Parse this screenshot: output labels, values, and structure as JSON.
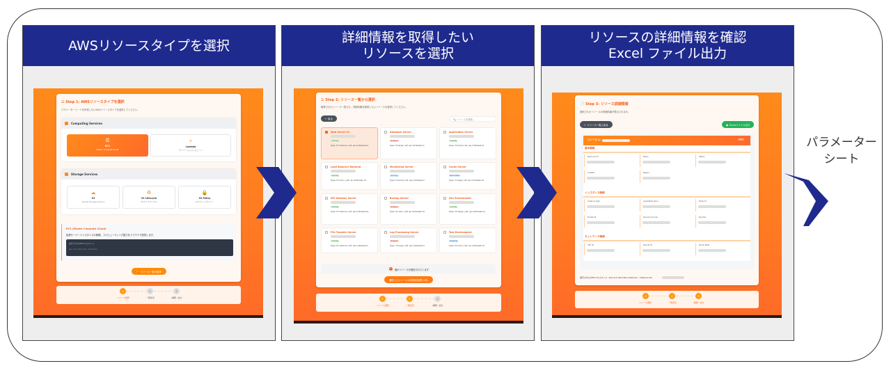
{
  "panels": [
    {
      "header": "AWSリソースタイプを選択"
    },
    {
      "header": "詳細情報を取得したい\nリソースを選択"
    },
    {
      "header": "リソースの詳細情報を確認\nExcel ファイル出力"
    }
  ],
  "side_label": "パラメーター\nシート",
  "colors": {
    "header_navy": "#1f2a8e",
    "accent_orange": "#f2621c",
    "excel_green": "#22b45a"
  },
  "stepper": [
    "リソース選択",
    "一覧表示",
    "詳細・出力"
  ],
  "step1": {
    "title": "☰ Step 1: AWSリソースタイプを選択",
    "subtitle": "パラメーターシートを作成したいAWSリソースタイプを選択してください。",
    "computing": {
      "label": "Computing Services",
      "items": [
        {
          "icon": "☰",
          "name": "EC2",
          "desc": "Elastic Compute Cloud"
        },
        {
          "icon": "⚡",
          "name": "Lambda",
          "desc": "サーバーレスコンピュート"
        }
      ]
    },
    "storage": {
      "label": "Storage Services",
      "items": [
        {
          "icon": "☁",
          "name": "S3",
          "desc": "Simple Storage Service"
        },
        {
          "icon": "♻",
          "name": "S3 Lifecycle",
          "desc": "S3ライフサイクル"
        },
        {
          "icon": "🔒",
          "name": "S3 Policy",
          "desc": "S3バケットポリシー"
        }
      ]
    },
    "info": {
      "title": "EC2 (Elastic Compute Cloud)",
      "desc": "仮想サーバーインスタンスの管理。コンピューティング能力をクラウドで提供します。",
      "code_label": "実行されるAWS CLIコマンド",
      "code": "aws ec2 describe-instances"
    },
    "button": "🔍 リソース一覧を取得"
  },
  "step2": {
    "title": "☰ Step 2: リソース一覧から選択",
    "subtitle": "取得されたリソース一覧から、詳細情報を取得したいリソースを選択してください。",
    "back": "← 戻る",
    "search_placeholder": "🔍 リソースを検索...",
    "resources": [
      {
        "name": "Web Server 01",
        "status": "running",
        "type": "Type: t3.medium | AZ: ap-northeast-1a",
        "selected": true
      },
      {
        "name": "Database Server",
        "status": "stopped",
        "type": "Type: t3.large | AZ: ap-northeast-1c"
      },
      {
        "name": "Application Server",
        "status": "running",
        "type": "Type: t3.small | AZ: ap-northeast-1a"
      },
      {
        "name": "Load Balancer Backend",
        "status": "running",
        "type": "Type: t3.micro | AZ: ap-northeast-1d"
      },
      {
        "name": "Monitoring Server",
        "status": "pending",
        "type": "Type: t3.small | AZ: ap-northeast-1c"
      },
      {
        "name": "Cache Server",
        "status": "terminated",
        "type": "Type: r5.large | AZ: ap-northeast-1a"
      },
      {
        "name": "API Gateway Server",
        "status": "running",
        "type": "Type: t3.medium | AZ: ap-northeast-1a"
      },
      {
        "name": "Backup Server",
        "status": "stopped",
        "type": "Type: t2.nano | AZ: ap-northeast-1d"
      },
      {
        "name": "Dev Environment",
        "status": "running",
        "type": "Type: t3.xlarge | AZ: ap-northeast-1a"
      },
      {
        "name": "File Transfer Server",
        "status": "running",
        "type": "Type: t2.medium | AZ: ap-northeast-1c"
      },
      {
        "name": "Log Processing Server",
        "status": "stopped",
        "type": "Type: c5.large | AZ: ap-northeast-1c"
      },
      {
        "name": "Test Environment",
        "status": "stopping",
        "type": "Type: t3.micro | AZ: ap-northeast-1d"
      }
    ],
    "selected_count": "1",
    "selected_text": "個のリソースが選択されています",
    "button": "選択したリソースの詳細を取得 (1件)"
  },
  "step3": {
    "title": "📄 Step 3: リソース詳細情報",
    "subtitle": "選択されたリソースの詳細情報が表示されます。",
    "back": "← リソース一覧に戻る",
    "excel": "📋 Excelファイル出力",
    "resource_label": "リソース 1:",
    "badge": "EC2",
    "sections": [
      {
        "title": "基本情報",
        "fields": [
          "Resource ID",
          "Name",
          "Status",
          "Created",
          "Region"
        ]
      },
      {
        "title": "インスタンス情報",
        "fields": [
          "Instance Type",
          "Availability Zone",
          "Public IP",
          "Private IP",
          "Security Groups",
          "Key Pair"
        ]
      },
      {
        "title": "ネットワーク情報",
        "fields": [
          "VPC ID",
          "Subnet ID",
          "Route Table"
        ]
      }
    ],
    "cli": "実行されたAWS CLIコマンド: aws ec2 describe-instances --instance-ids"
  }
}
